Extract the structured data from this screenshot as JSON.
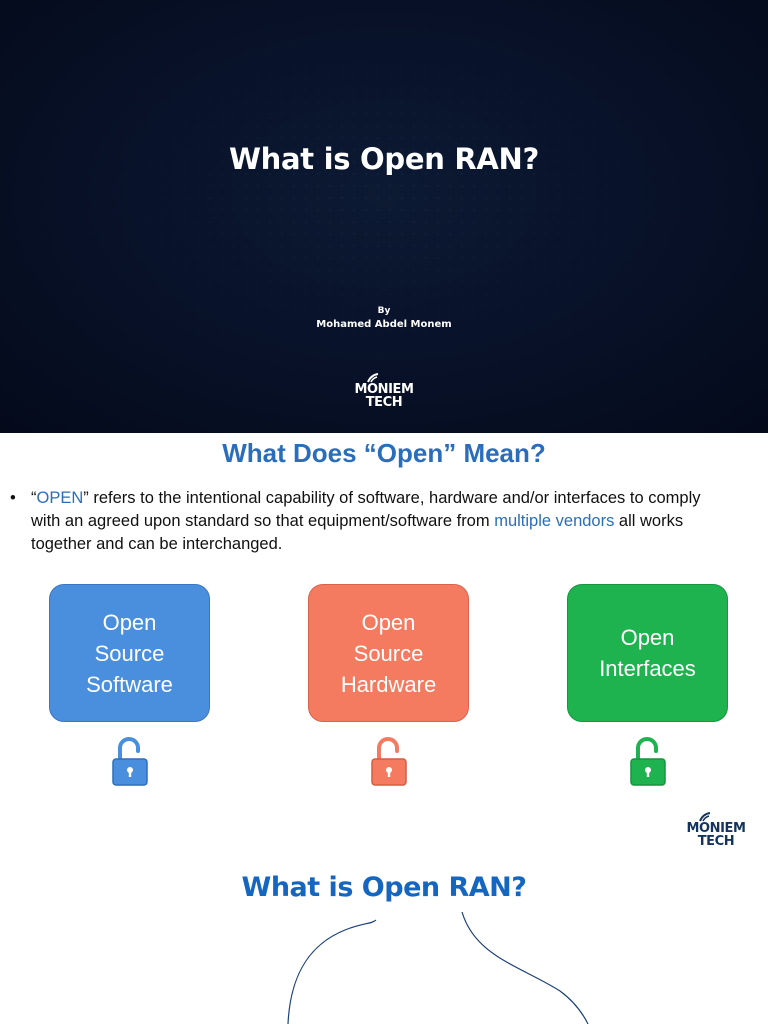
{
  "slide1": {
    "title": "What is Open RAN?",
    "by_label": "By",
    "author": "Mohamed Abdel Monem",
    "logo": {
      "line1": "MONIEM",
      "line2": "TECH",
      "icon": "signal-wave-icon"
    }
  },
  "slide2": {
    "heading": "What Does “Open” Mean?",
    "bullet": {
      "marker": "•",
      "part1": "“",
      "open_word": "OPEN",
      "part2": "” refers to the intentional capability of software, hardware and/or interfaces to comply with an agreed upon standard so that equipment/software from ",
      "highlight": "multiple vendors",
      "part3": " all works together and can be interchanged."
    },
    "cards": [
      {
        "line1": "Open",
        "line2": "Source",
        "line3": "Software",
        "color": "#4a8fde"
      },
      {
        "line1": "Open",
        "line2": "Source",
        "line3": "Hardware",
        "color": "#f47a60"
      },
      {
        "line1": "Open",
        "line2": "Interfaces",
        "color": "#1fb34f"
      }
    ],
    "locks": [
      {
        "icon": "unlocked-padlock-icon",
        "color": "#4a8fde"
      },
      {
        "icon": "unlocked-padlock-icon",
        "color": "#f47a60"
      },
      {
        "icon": "unlocked-padlock-icon",
        "color": "#1fb34f"
      }
    ],
    "logo": {
      "line1": "MONIEM",
      "line2": "TECH",
      "icon": "signal-wave-icon"
    },
    "accent_color": "#2a6ebb"
  },
  "slide3": {
    "title": "What is Open RAN?",
    "title_color": "#1566c0"
  }
}
